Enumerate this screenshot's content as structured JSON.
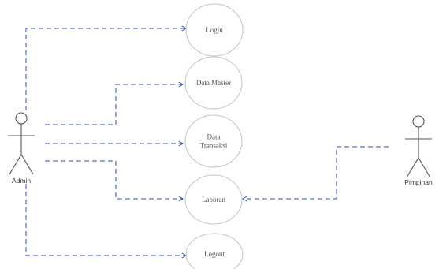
{
  "diagram": {
    "type": "use-case",
    "actors": [
      {
        "id": "admin",
        "label": "Admin"
      },
      {
        "id": "pimpinan",
        "label": "Pimpinan"
      }
    ],
    "use_cases": [
      {
        "id": "login",
        "lines": [
          "Login"
        ]
      },
      {
        "id": "data-master",
        "lines": [
          "Data Master"
        ]
      },
      {
        "id": "data-transaksi",
        "lines": [
          "Data",
          "Transaksi"
        ]
      },
      {
        "id": "laporan",
        "lines": [
          "Laporan"
        ]
      },
      {
        "id": "logout",
        "lines": [
          "Logout"
        ]
      }
    ],
    "connections": [
      {
        "from": "admin",
        "to": "login"
      },
      {
        "from": "admin",
        "to": "data-master"
      },
      {
        "from": "admin",
        "to": "data-transaksi"
      },
      {
        "from": "admin",
        "to": "laporan"
      },
      {
        "from": "admin",
        "to": "logout"
      },
      {
        "from": "pimpinan",
        "to": "laporan"
      }
    ],
    "colors": {
      "connector": "#2b4fa5",
      "usecase_border": "#c4c4c4",
      "actor": "#555555"
    }
  }
}
